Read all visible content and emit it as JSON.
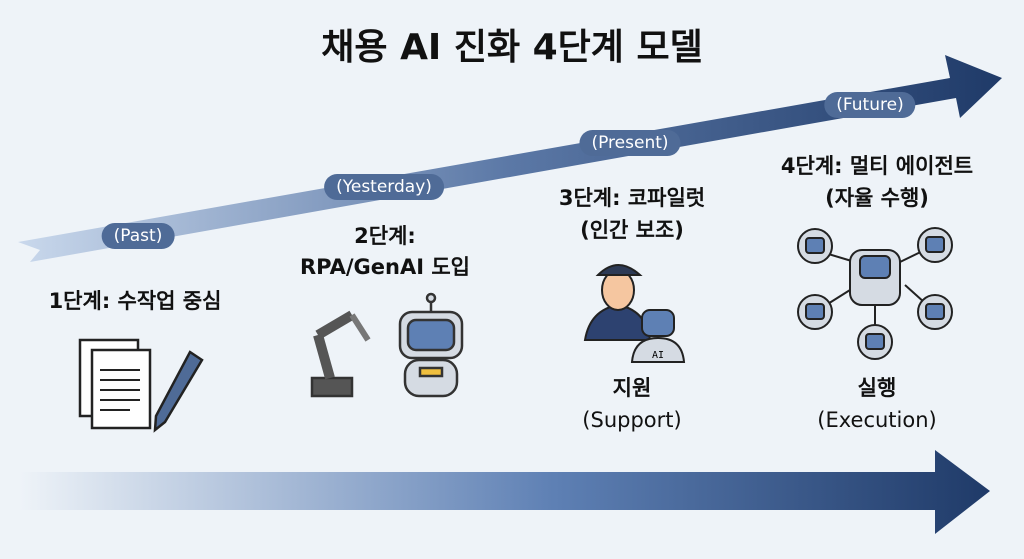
{
  "title": "채용 AI 진화 4단계 모델",
  "colors": {
    "background": "#eef3f8",
    "arrow_dark": "#1f3a68",
    "pill": "#4f6b97"
  },
  "stages": [
    {
      "period": "(Past)",
      "label_lines": [
        "1단계: 수작업 중심"
      ],
      "icon": "document-pen-icon"
    },
    {
      "period": "(Yesterday)",
      "label_lines": [
        "2단계:",
        "RPA/GenAI 도입"
      ],
      "icon": "robot-arm-and-robot-icon"
    },
    {
      "period": "(Present)",
      "label_lines": [
        "3단계: 코파일럿",
        "(인간 보조)"
      ],
      "icon": "pilot-with-ai-icon",
      "icon_badge": "AI",
      "role": "지원",
      "role_en": "(Support)"
    },
    {
      "period": "(Future)",
      "label_lines": [
        "4단계: 멀티 에이전트",
        "(자율 수행)"
      ],
      "icon": "multi-agent-network-icon",
      "role": "실행",
      "role_en": "(Execution)"
    }
  ]
}
